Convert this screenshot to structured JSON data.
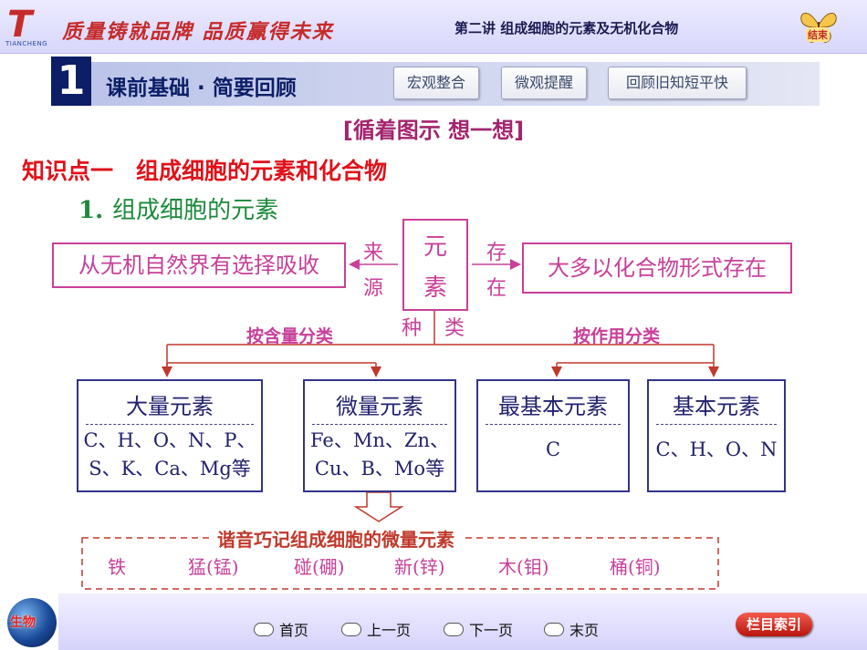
{
  "header": {
    "logo_text": "TIANCHENG",
    "slogan": "质量铸就品牌 品质赢得未来",
    "lecture": "第二讲   组成细胞的元素及无机化合物",
    "end_label": "结束"
  },
  "section": {
    "number": "1",
    "title": "课前基础 · 简要回顾",
    "tabs": [
      "宏观整合",
      "微观提醒",
      "回顾旧知短平快"
    ]
  },
  "content": {
    "subtitle": "[循着图示 想一想]",
    "knowledge_point": "知识点一　组成细胞的元素和化合物",
    "item_number": "1.",
    "item_text": "组成细胞的元素",
    "diagram": {
      "center": [
        "元",
        "素"
      ],
      "left_box": "从无机自然界有选择吸收",
      "right_box": "大多以化合物形式存在",
      "left_label": [
        "来",
        "源"
      ],
      "right_label": [
        "存",
        "在"
      ],
      "category_label": [
        "种",
        "类"
      ],
      "left_classify": "按含量分类",
      "right_classify": "按作用分类",
      "boxes": [
        {
          "title": "大量元素",
          "lines": [
            "C、H、O、N、P、",
            "S、K、Ca、Mg等"
          ]
        },
        {
          "title": "微量元素",
          "lines": [
            "Fe、Mn、Zn、",
            "Cu、B、Mo等"
          ]
        },
        {
          "title": "最基本元素",
          "lines": [
            "C"
          ]
        },
        {
          "title": "基本元素",
          "lines": [
            "C、H、O、N"
          ]
        }
      ],
      "mnemonic_title": "谐音巧记组成细胞的微量元素",
      "mnemonic_items": [
        "铁",
        "猛(锰)",
        "碰(硼)",
        "新(锌)",
        "木(钼)",
        "桶(铜)"
      ]
    }
  },
  "footer": {
    "globe_label": "生物",
    "nav": [
      "首页",
      "上一页",
      "下一页",
      "末页"
    ],
    "index_label": "栏目索引"
  },
  "colors": {
    "accent_red": "#e0121a",
    "magenta": "#c8409a",
    "navy": "#0b1e66",
    "green": "#1b8a3a"
  }
}
